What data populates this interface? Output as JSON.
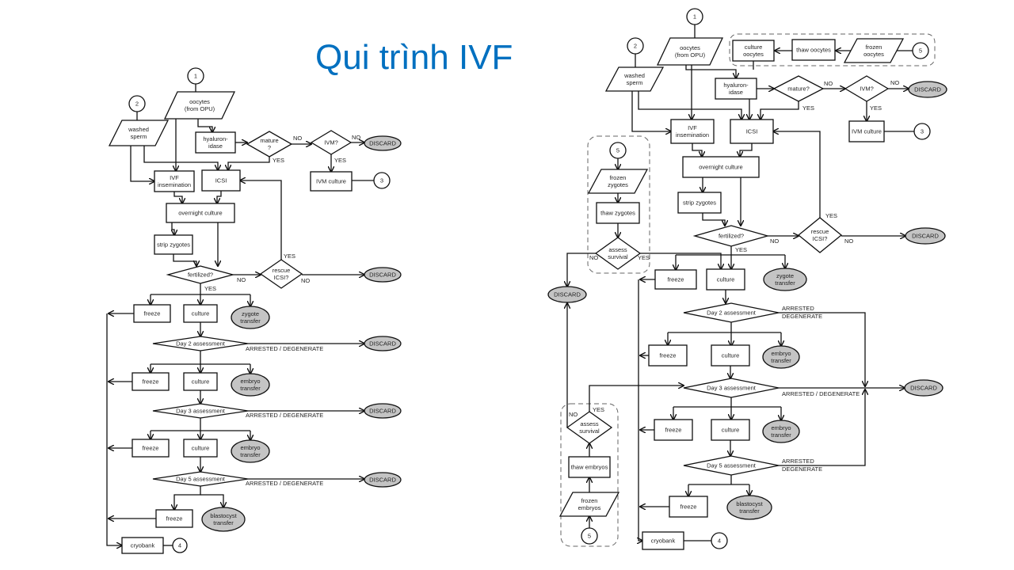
{
  "title": "Qui trình IVF",
  "left": {
    "nodes": {
      "c1": [
        "1"
      ],
      "oocytes": [
        "oocytes",
        "(from OPU)"
      ],
      "c2": [
        "2"
      ],
      "sperm": [
        "washed",
        "sperm"
      ],
      "hyal": [
        "hyaluron-",
        "idase"
      ],
      "mature": [
        "mature",
        "?"
      ],
      "ivm": [
        "IVM?"
      ],
      "discard1": [
        "DISCARD"
      ],
      "ivmculture": [
        "IVM culture"
      ],
      "c3": [
        "3"
      ],
      "ivf": [
        "IVF",
        "insemination"
      ],
      "icsi": [
        "ICSI"
      ],
      "overnight": [
        "overnight culture"
      ],
      "strip": [
        "strip zygotes"
      ],
      "fert": [
        "fertilized?"
      ],
      "rescue": [
        "rescue",
        "ICSI?"
      ],
      "discard2": [
        "DISCARD"
      ],
      "freeze1": [
        "freeze"
      ],
      "culture1": [
        "culture"
      ],
      "zygote": [
        "zygote",
        "transfer"
      ],
      "day2": [
        "Day 2 assessment"
      ],
      "discard3": [
        "DISCARD"
      ],
      "freeze2": [
        "freeze"
      ],
      "culture2": [
        "culture"
      ],
      "embryo1": [
        "embryo",
        "transfer"
      ],
      "day3": [
        "Day 3 assessment"
      ],
      "discard4": [
        "DISCARD"
      ],
      "freeze3": [
        "freeze"
      ],
      "culture3": [
        "culture"
      ],
      "embryo2": [
        "embryo",
        "transfer"
      ],
      "day5": [
        "Day 5 assessment"
      ],
      "discard5": [
        "DISCARD"
      ],
      "freeze4": [
        "freeze"
      ],
      "blast": [
        "blastocyst",
        "transfer"
      ],
      "cryobank": [
        "cryobank"
      ],
      "c4": [
        "4"
      ]
    },
    "labels": {
      "no_mature": "NO",
      "yes_mature": "YES",
      "no_ivm": "NO",
      "yes_ivm": "YES",
      "no_fert": "NO",
      "yes_fert": "YES",
      "yes_rescue": "YES",
      "no_rescue": "NO",
      "arr2": "ARRESTED / DEGENERATE",
      "arr3": "ARRESTED / DEGENERATE",
      "arr5": "ARRESTED / DEGENERATE"
    }
  },
  "right": {
    "nodes": {
      "c1": [
        "1"
      ],
      "oocytes": [
        "oocytes",
        "(from OPU)"
      ],
      "cultoo": [
        "culture",
        "oocytes"
      ],
      "thawoo": [
        "thaw  oocytes"
      ],
      "frozoo": [
        "frozen",
        "oocytes"
      ],
      "c5a": [
        "5"
      ],
      "c2": [
        "2"
      ],
      "sperm": [
        "washed",
        "sperm"
      ],
      "hyal": [
        "hyaluron-",
        "idase"
      ],
      "mature": [
        "mature?"
      ],
      "ivm": [
        "IVM?"
      ],
      "discard1": [
        "DISCARD"
      ],
      "ivf": [
        "IVF",
        "insemination"
      ],
      "icsi": [
        "ICSI"
      ],
      "ivmculture": [
        "IVM culture"
      ],
      "c3": [
        "3"
      ],
      "overnight": [
        "overnight culture"
      ],
      "strip": [
        "strip zygotes"
      ],
      "fert": [
        "fertilized?"
      ],
      "rescue": [
        "rescue",
        "ICSI?"
      ],
      "discard2": [
        "DISCARD"
      ],
      "c5b": [
        "5"
      ],
      "frozzy": [
        "frozen",
        "zygotes"
      ],
      "thawzy": [
        "thaw zygotes"
      ],
      "asszy": [
        "assess",
        "survival"
      ],
      "discardL": [
        "DISCARD"
      ],
      "freeze1": [
        "freeze"
      ],
      "culture1": [
        "culture"
      ],
      "zygote": [
        "zygote",
        "transfer"
      ],
      "day2": [
        "Day 2 assessment"
      ],
      "freeze2": [
        "freeze"
      ],
      "culture2": [
        "culture"
      ],
      "embryo1": [
        "embryo",
        "transfer"
      ],
      "day3": [
        "Day 3 assessment"
      ],
      "discard3": [
        "DISCARD"
      ],
      "freeze3": [
        "freeze"
      ],
      "culture3": [
        "culture"
      ],
      "embryo2": [
        "embryo",
        "transfer"
      ],
      "day5": [
        "Day 5 assessment"
      ],
      "freeze4": [
        "freeze"
      ],
      "blast": [
        "blastocyst",
        "transfer"
      ],
      "cryobank": [
        "cryobank"
      ],
      "c4": [
        "4"
      ],
      "assem": [
        "assess",
        "survival"
      ],
      "thawem": [
        "thaw embryos"
      ],
      "frozem": [
        "frozen",
        "embryos"
      ],
      "c5c": [
        "5"
      ]
    },
    "labels": {
      "no_mature": "NO",
      "yes_mature": "YES",
      "no_ivm": "NO",
      "yes_ivm": "YES",
      "no_fert": "NO",
      "yes_fert": "YES",
      "yes_rescue": "YES",
      "no_rescue": "NO",
      "no_asszy": "NO",
      "yes_asszy": "YES",
      "no_assem": "NO",
      "yes_assem": "YES",
      "arr2a": "ARRESTED",
      "arr2b": "DEGENERATE",
      "arr3": "ARRESTED / DEGENERATE",
      "arr5a": "ARRESTED",
      "arr5b": "DEGENERATE"
    }
  }
}
